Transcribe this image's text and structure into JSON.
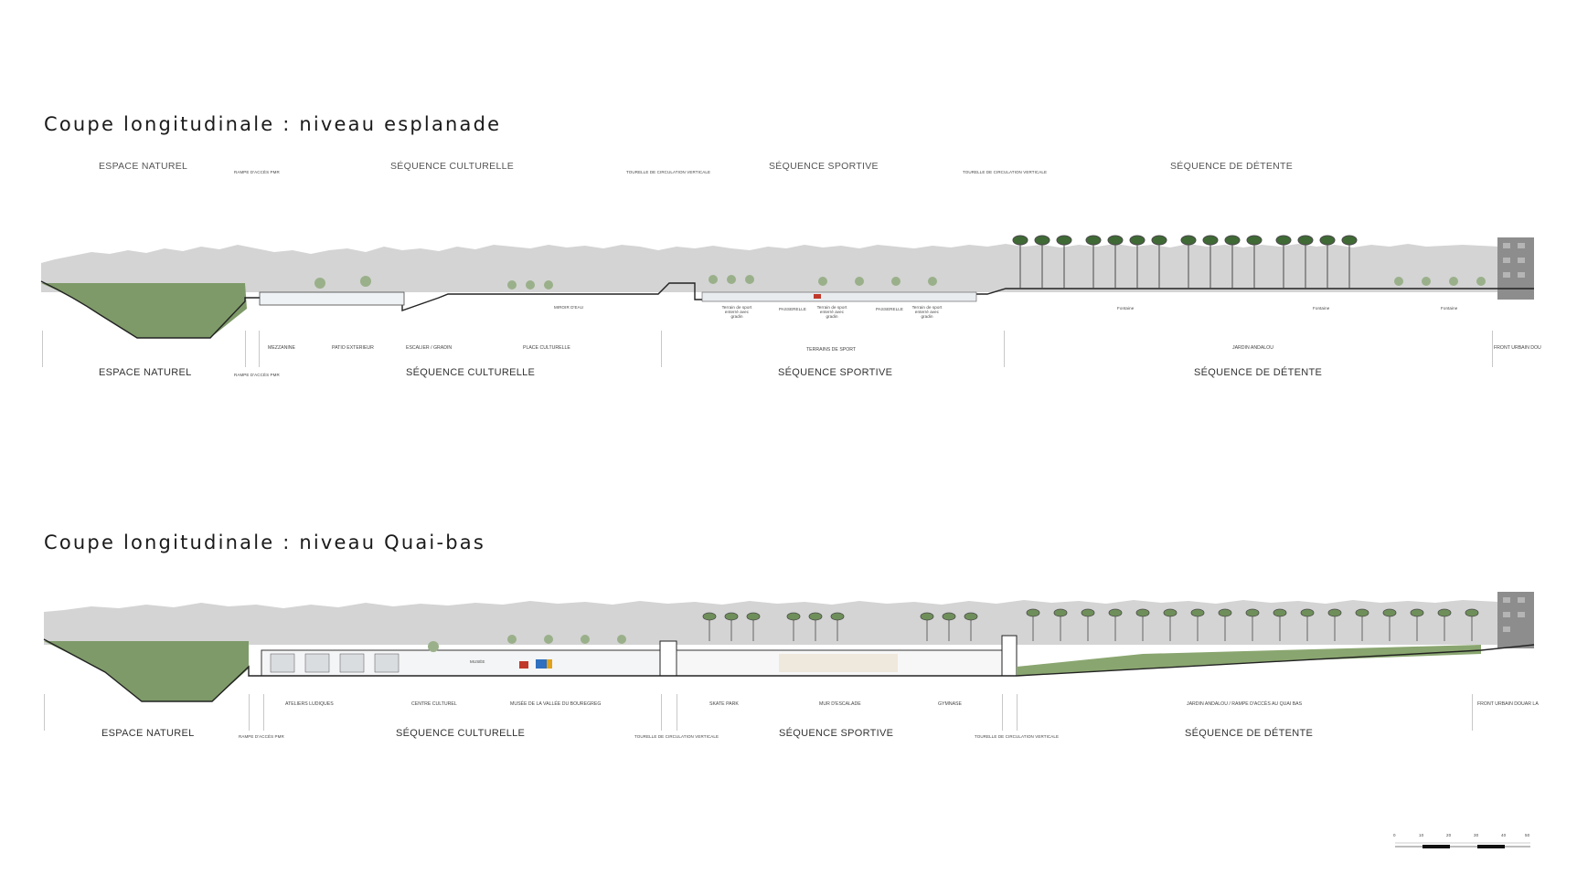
{
  "section1": {
    "title": "Coupe longitudinale : niveau esplanade",
    "top_headers": {
      "espace_naturel": "ESPACE NATUREL",
      "rampe": "RAMPE D'ACCÈS PMR",
      "culturelle": "SÉQUENCE CULTURELLE",
      "tourelle_1": "TOURELLE DE CIRCULATION VERTICALE",
      "sportive": "SÉQUENCE SPORTIVE",
      "tourelle_2": "TOURELLE DE CIRCULATION VERTICALE",
      "detente": "SÉQUENCE DE DÉTENTE"
    },
    "inline_labels": {
      "miroir": "MIROIR D'EAU",
      "terrain_1": "Terrain de sport enterré avec gradin",
      "passerelle_1": "PASSERELLE",
      "terrain_2": "Terrain de sport enterré avec gradin",
      "passerelle_2": "PASSERELLE",
      "terrain_3": "Terrain de sport enterré avec gradin",
      "fontaine_1": "Fontaine",
      "fontaine_2": "Fontaine",
      "fontaine_3": "Fontaine"
    },
    "sub_labels": {
      "mezzanine": "MEZZANINE",
      "patio": "PATIO EXTERIEUR",
      "escalier": "ESCALIER / GRADIN",
      "place": "PLACE CULTURELLE",
      "terrains": "TERRAINS DE SPORT",
      "jardin": "JARDIN ANDALOU",
      "front": "FRONT URBAIN DOU"
    },
    "bottom_headers": {
      "espace_naturel": "ESPACE NATUREL",
      "rampe": "RAMPE D'ACCÈS PMR",
      "culturelle": "SÉQUENCE CULTURELLE",
      "sportive": "SÉQUENCE SPORTIVE",
      "detente": "SÉQUENCE DE DÉTENTE"
    }
  },
  "section2": {
    "title": "Coupe longitudinale : niveau Quai-bas",
    "inline_labels": {
      "musee_tag": "MUSÉE"
    },
    "sub_labels": {
      "ateliers": "ATELIERS LUDIQUES",
      "centre": "CENTRE CULTUREL",
      "musee": "MUSÉE DE LA VALLÉE DU BOUREGREG",
      "skate": "SKATE PARK",
      "escalade": "MUR D'ESCALADE",
      "gymnase": "GYMNASE",
      "jardin": "JARDIN ANDALOU / RAMPE D'ACCÈS AU QUAI BAS",
      "front": "FRONT URBAIN DOUAR LA"
    },
    "bottom_headers": {
      "espace_naturel": "ESPACE NATUREL",
      "rampe": "RAMPE D'ACCÈS PMR",
      "culturelle": "SÉQUENCE CULTURELLE",
      "tourelle_1": "TOURELLE DE CIRCULATION VERTICALE",
      "sportive": "SÉQUENCE SPORTIVE",
      "tourelle_2": "TOURELLE DE CIRCULATION VERTICALE",
      "detente": "SÉQUENCE DE DÉTENTE"
    }
  },
  "scale_bar": {
    "ticks": [
      "0",
      "10",
      "20",
      "30",
      "40",
      "50"
    ]
  },
  "colors": {
    "city_background": "#cfcfcf",
    "vegetation": "#6f8f5a",
    "palm": "#3f6a35",
    "lawn": "#8aa670",
    "ground_line": "#222222"
  }
}
